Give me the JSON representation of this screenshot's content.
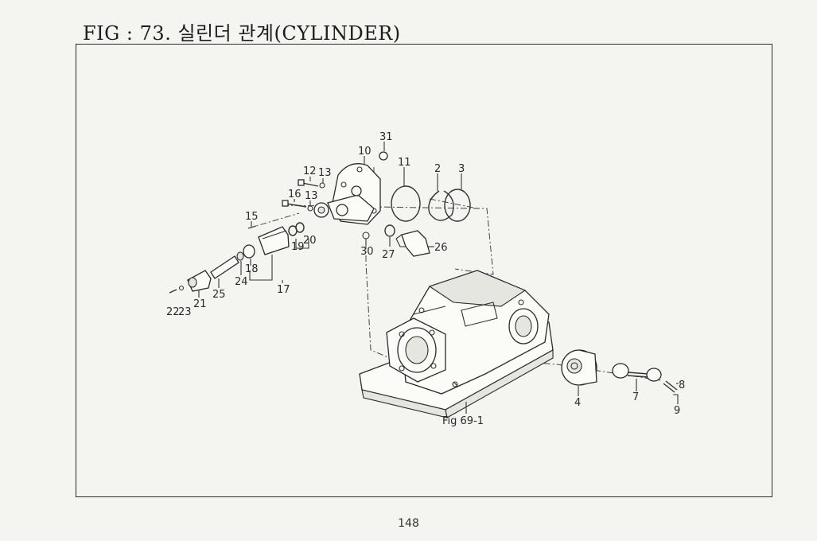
{
  "header": {
    "title": "FIG : 73. 실린더 관계(CYLINDER)"
  },
  "diagram": {
    "callouts": [
      {
        "id": "31",
        "label": "31"
      },
      {
        "id": "10",
        "label": "10"
      },
      {
        "id": "11",
        "label": "11"
      },
      {
        "id": "2",
        "label": "2"
      },
      {
        "id": "3",
        "label": "3"
      },
      {
        "id": "12",
        "label": "12"
      },
      {
        "id": "13a",
        "label": "13"
      },
      {
        "id": "16",
        "label": "16"
      },
      {
        "id": "13b",
        "label": "13"
      },
      {
        "id": "15",
        "label": "15"
      },
      {
        "id": "19",
        "label": "19"
      },
      {
        "id": "20",
        "label": "20"
      },
      {
        "id": "18",
        "label": "18"
      },
      {
        "id": "24",
        "label": "24"
      },
      {
        "id": "17",
        "label": "17"
      },
      {
        "id": "25",
        "label": "25"
      },
      {
        "id": "21",
        "label": "21"
      },
      {
        "id": "22",
        "label": "22"
      },
      {
        "id": "23",
        "label": "23"
      },
      {
        "id": "30",
        "label": "30"
      },
      {
        "id": "27",
        "label": "27"
      },
      {
        "id": "26",
        "label": "26"
      },
      {
        "id": "4",
        "label": "4"
      },
      {
        "id": "7",
        "label": "7"
      },
      {
        "id": "8",
        "label": "8"
      },
      {
        "id": "9",
        "label": "9"
      }
    ],
    "reference": "Fig 69-1"
  },
  "footer": {
    "page_number": "148"
  }
}
